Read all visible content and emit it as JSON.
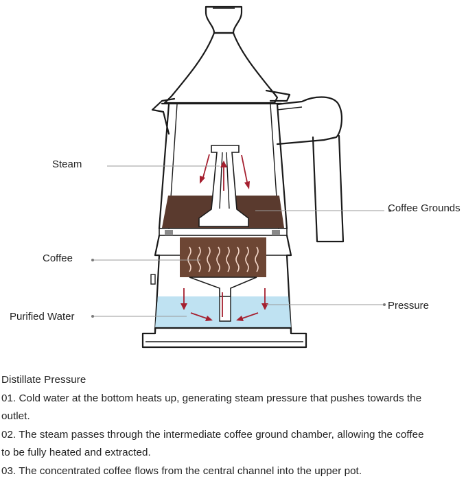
{
  "labels": {
    "steam": "Steam",
    "coffee": "Coffee",
    "purified_water": "Purified Water",
    "coffee_grounds": "Coffee Grounds",
    "pressure": "Pressure"
  },
  "description": {
    "heading": "Distillate Pressure",
    "lines": [
      "01. Cold water at the bottom heats up, generating steam pressure that pushes towards the",
      "outlet.",
      "02. The steam passes through the intermediate coffee ground chamber, allowing the coffee",
      "to be fully heated and extracted.",
      "03. The concentrated coffee flows from the central channel into the upper pot."
    ]
  },
  "colors": {
    "coffee_grounds": "#5a3a2e",
    "coffee": "#6d4634",
    "water": "#bfe2f2",
    "arrow": "#a51f2f"
  },
  "icons": [
    "moka-pot-illustration"
  ]
}
